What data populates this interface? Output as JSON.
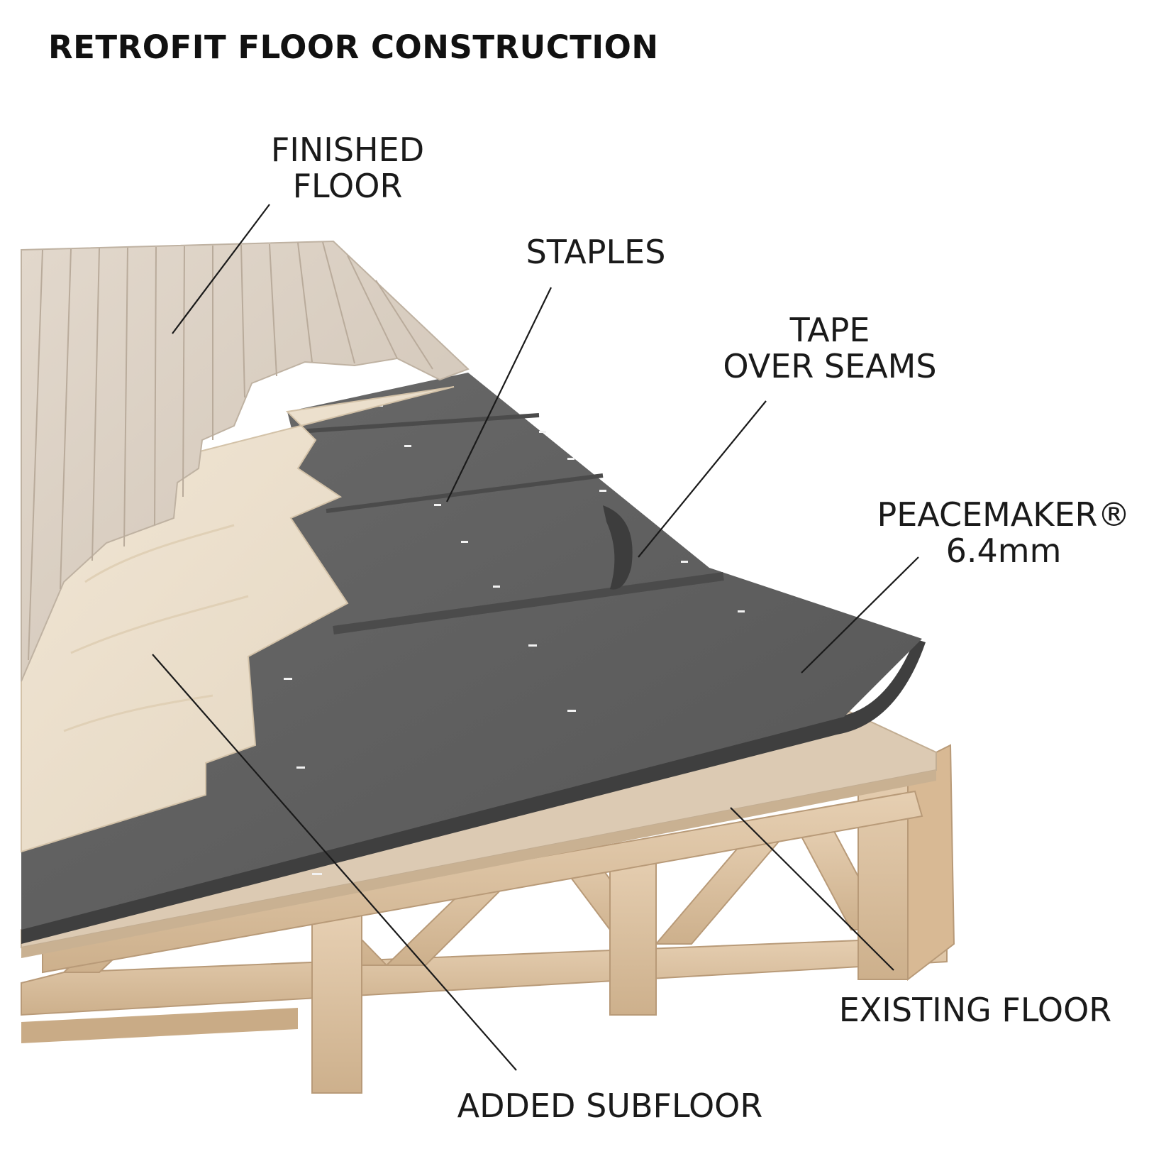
{
  "title": "RETROFIT FLOOR CONSTRUCTION",
  "labels": {
    "finished_floor": [
      "FINISHED",
      "FLOOR"
    ],
    "staples": "STAPLES",
    "tape_over_seams": [
      "TAPE",
      "OVER SEAMS"
    ],
    "peacemaker": [
      "PEACEMAKER®",
      "6.4mm"
    ],
    "existing_floor": "EXISTING FLOOR",
    "added_subfloor": "ADDED SUBFLOOR"
  },
  "colors": {
    "hardwood": "#d8cdc0",
    "hardwood_line": "#b9ab9b",
    "subfloor": "#ece0cd",
    "underlay": "#5f5f5f",
    "underlay_dark": "#4a4a4a",
    "existing_floor": "#d9c7b0",
    "truss": "#dcc3a3",
    "truss_shadow": "#b89a78"
  }
}
